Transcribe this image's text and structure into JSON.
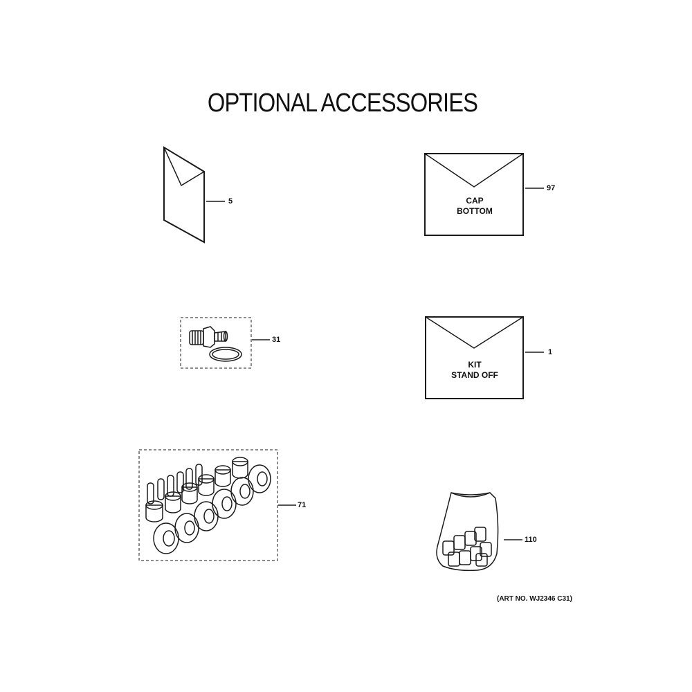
{
  "title": "OPTIONAL ACCESSORIES",
  "parts": [
    {
      "callout": "5"
    },
    {
      "callout": "97",
      "label_line1": "CAP",
      "label_line2": "BOTTOM"
    },
    {
      "callout": "31"
    },
    {
      "callout": "1",
      "label_line1": "KIT",
      "label_line2": "STAND OFF"
    },
    {
      "callout": "71"
    },
    {
      "callout": "110"
    }
  ],
  "art_number": "(ART NO. WJ2346 C31)"
}
